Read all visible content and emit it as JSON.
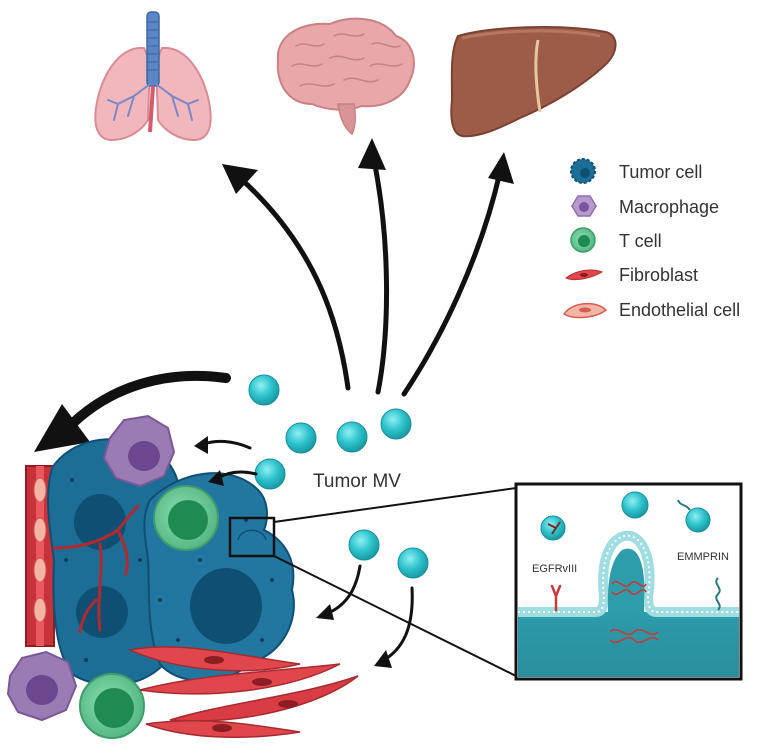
{
  "legend": {
    "items": [
      {
        "label": "Tumor cell",
        "icon": "tumor-cell-icon"
      },
      {
        "label": "Macrophage",
        "icon": "macrophage-icon"
      },
      {
        "label": "T cell",
        "icon": "t-cell-icon"
      },
      {
        "label": "Fibroblast",
        "icon": "fibroblast-icon"
      },
      {
        "label": "Endothelial cell",
        "icon": "endothelial-cell-icon"
      }
    ]
  },
  "labels": {
    "tumor_mv": "Tumor MV",
    "egfrviii": "EGFRvIII",
    "emmprin": "EMMPRIN"
  },
  "organs": [
    "lung-icon",
    "brain-icon",
    "liver-icon"
  ],
  "colors": {
    "tumor": "#1c6e96",
    "tumor_dark": "#0f4f74",
    "mv": "#2fc3cc",
    "macrophage": "#9a7bb4",
    "tcell": "#5cc58e",
    "fibroblast": "#e0474c",
    "endothelial": "#c8323a",
    "lung": "#f1b7bd",
    "brain": "#e8a8aa",
    "liver": "#9c5c48",
    "arrow": "#111111"
  }
}
